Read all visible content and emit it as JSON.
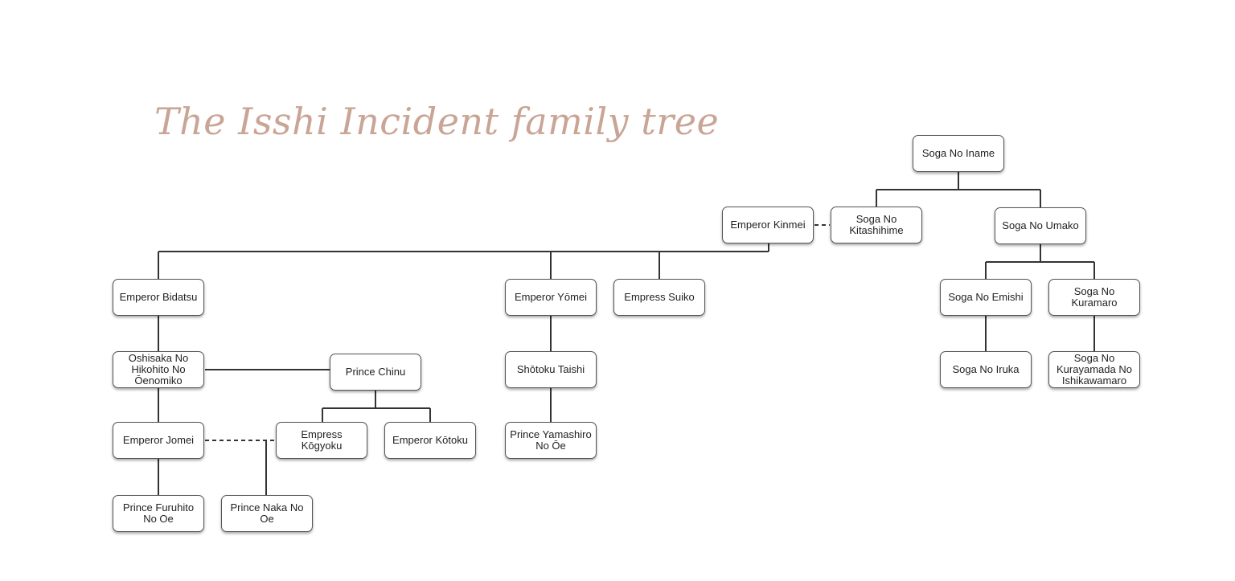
{
  "title": "The Isshi Incident family tree",
  "colors": {
    "title": "#c9a596",
    "line": "#333333",
    "node_border": "#555555",
    "background": "#ffffff"
  },
  "nodes": {
    "soga_no_iname": "Soga No Iname",
    "emperor_kinmei": "Emperor Kinmei",
    "soga_no_kitashihime": "Soga No Kitashihime",
    "soga_no_umako": "Soga No Umako",
    "emperor_bidatsu": "Emperor Bidatsu",
    "emperor_yomei": "Emperor Yōmei",
    "empress_suiko": "Empress Suiko",
    "soga_no_emishi": "Soga No Emishi",
    "soga_no_kuramaro": "Soga No Kuramaro",
    "oshisaka": "Oshisaka No Hikohito No Ōenomiko",
    "prince_chinu": "Prince Chinu",
    "shotoku_taishi": "Shōtoku Taishi",
    "soga_no_iruka": "Soga No Iruka",
    "soga_no_kurayamada": "Soga No Kurayamada No Ishikawamaro",
    "emperor_jomei": "Emperor Jomei",
    "empress_kogyoku": "Empress Kōgyoku",
    "emperor_kotoku": "Emperor Kōtoku",
    "prince_yamashiro": "Prince Yamashiro No Ōe",
    "prince_furuhito": "Prince Furuhito No Oe",
    "prince_naka": "Prince Naka No Oe"
  }
}
